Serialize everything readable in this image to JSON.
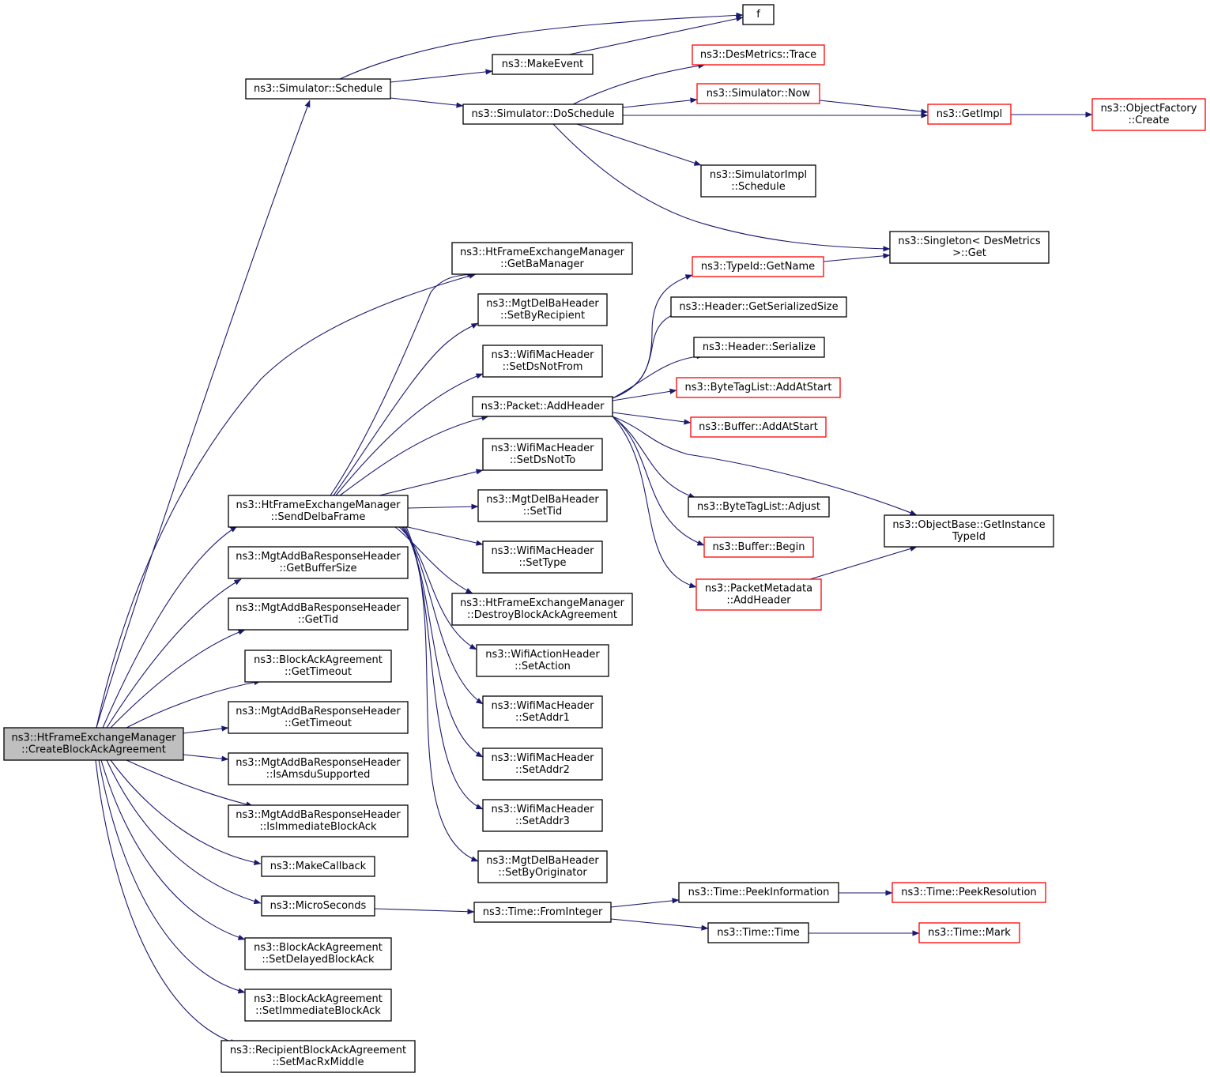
{
  "graph": {
    "edge_color": "#191970",
    "truncated_border_color": "#ff0000",
    "root_fill": "#bfbfbf",
    "nodes": [
      {
        "id": "root",
        "lines": [
          "ns3::HtFrameExchangeManager",
          "::CreateBlockAckAgreement"
        ],
        "style": "root"
      },
      {
        "id": "f",
        "lines": [
          "f"
        ],
        "style": "normal"
      },
      {
        "id": "sim_schedule",
        "lines": [
          "ns3::Simulator::Schedule"
        ],
        "style": "normal"
      },
      {
        "id": "make_event",
        "lines": [
          "ns3::MakeEvent"
        ],
        "style": "normal"
      },
      {
        "id": "des_trace",
        "lines": [
          "ns3::DesMetrics::Trace"
        ],
        "style": "truncated"
      },
      {
        "id": "sim_now",
        "lines": [
          "ns3::Simulator::Now"
        ],
        "style": "truncated"
      },
      {
        "id": "sim_doschedule",
        "lines": [
          "ns3::Simulator::DoSchedule"
        ],
        "style": "normal"
      },
      {
        "id": "get_impl",
        "lines": [
          "ns3::GetImpl"
        ],
        "style": "truncated"
      },
      {
        "id": "obj_factory",
        "lines": [
          "ns3::ObjectFactory",
          "::Create"
        ],
        "style": "truncated"
      },
      {
        "id": "simimpl_schedule",
        "lines": [
          "ns3::SimulatorImpl",
          "::Schedule"
        ],
        "style": "normal"
      },
      {
        "id": "singleton",
        "lines": [
          "ns3::Singleton< DesMetrics",
          ">::Get"
        ],
        "style": "normal"
      },
      {
        "id": "get_ba_manager",
        "lines": [
          "ns3::HtFrameExchangeManager",
          "::GetBaManager"
        ],
        "style": "normal"
      },
      {
        "id": "typeid_getname",
        "lines": [
          "ns3::TypeId::GetName"
        ],
        "style": "truncated"
      },
      {
        "id": "set_by_recipient",
        "lines": [
          "ns3::MgtDelBaHeader",
          "::SetByRecipient"
        ],
        "style": "normal"
      },
      {
        "id": "header_getsersize",
        "lines": [
          "ns3::Header::GetSerializedSize"
        ],
        "style": "normal"
      },
      {
        "id": "set_ds_not_from",
        "lines": [
          "ns3::WifiMacHeader",
          "::SetDsNotFrom"
        ],
        "style": "normal"
      },
      {
        "id": "header_serialize",
        "lines": [
          "ns3::Header::Serialize"
        ],
        "style": "normal"
      },
      {
        "id": "bytetag_addatstart",
        "lines": [
          "ns3::ByteTagList::AddAtStart"
        ],
        "style": "truncated"
      },
      {
        "id": "packet_addheader",
        "lines": [
          "ns3::Packet::AddHeader"
        ],
        "style": "normal"
      },
      {
        "id": "buffer_addatstart",
        "lines": [
          "ns3::Buffer::AddAtStart"
        ],
        "style": "truncated"
      },
      {
        "id": "set_ds_not_to",
        "lines": [
          "ns3::WifiMacHeader",
          "::SetDsNotTo"
        ],
        "style": "normal"
      },
      {
        "id": "send_delba",
        "lines": [
          "ns3::HtFrameExchangeManager",
          "::SendDelbaFrame"
        ],
        "style": "normal"
      },
      {
        "id": "set_tid",
        "lines": [
          "ns3::MgtDelBaHeader",
          "::SetTid"
        ],
        "style": "normal"
      },
      {
        "id": "bytetag_adjust",
        "lines": [
          "ns3::ByteTagList::Adjust"
        ],
        "style": "normal"
      },
      {
        "id": "objbase_gettypeid",
        "lines": [
          "ns3::ObjectBase::GetInstance",
          "TypeId"
        ],
        "style": "normal"
      },
      {
        "id": "set_type",
        "lines": [
          "ns3::WifiMacHeader",
          "::SetType"
        ],
        "style": "normal"
      },
      {
        "id": "buffer_begin",
        "lines": [
          "ns3::Buffer::Begin"
        ],
        "style": "truncated"
      },
      {
        "id": "get_buffer_size",
        "lines": [
          "ns3::MgtAddBaResponseHeader",
          "::GetBufferSize"
        ],
        "style": "normal"
      },
      {
        "id": "pm_addheader",
        "lines": [
          "ns3::PacketMetadata",
          "::AddHeader"
        ],
        "style": "truncated"
      },
      {
        "id": "destroy_ba",
        "lines": [
          "ns3::HtFrameExchangeManager",
          "::DestroyBlockAckAgreement"
        ],
        "style": "normal"
      },
      {
        "id": "resp_get_tid",
        "lines": [
          "ns3::MgtAddBaResponseHeader",
          "::GetTid"
        ],
        "style": "normal"
      },
      {
        "id": "set_action",
        "lines": [
          "ns3::WifiActionHeader",
          "::SetAction"
        ],
        "style": "normal"
      },
      {
        "id": "ba_get_timeout",
        "lines": [
          "ns3::BlockAckAgreement",
          "::GetTimeout"
        ],
        "style": "normal"
      },
      {
        "id": "set_addr1",
        "lines": [
          "ns3::WifiMacHeader",
          "::SetAddr1"
        ],
        "style": "normal"
      },
      {
        "id": "resp_get_timeout",
        "lines": [
          "ns3::MgtAddBaResponseHeader",
          "::GetTimeout"
        ],
        "style": "normal"
      },
      {
        "id": "set_addr2",
        "lines": [
          "ns3::WifiMacHeader",
          "::SetAddr2"
        ],
        "style": "normal"
      },
      {
        "id": "is_amsdu",
        "lines": [
          "ns3::MgtAddBaResponseHeader",
          "::IsAmsduSupported"
        ],
        "style": "normal"
      },
      {
        "id": "set_addr3",
        "lines": [
          "ns3::WifiMacHeader",
          "::SetAddr3"
        ],
        "style": "normal"
      },
      {
        "id": "is_immediate",
        "lines": [
          "ns3::MgtAddBaResponseHeader",
          "::IsImmediateBlockAck"
        ],
        "style": "normal"
      },
      {
        "id": "set_by_originator",
        "lines": [
          "ns3::MgtDelBaHeader",
          "::SetByOriginator"
        ],
        "style": "normal"
      },
      {
        "id": "make_callback",
        "lines": [
          "ns3::MakeCallback"
        ],
        "style": "normal"
      },
      {
        "id": "peek_info",
        "lines": [
          "ns3::Time::PeekInformation"
        ],
        "style": "normal"
      },
      {
        "id": "peek_res",
        "lines": [
          "ns3::Time::PeekResolution"
        ],
        "style": "truncated"
      },
      {
        "id": "microseconds",
        "lines": [
          "ns3::MicroSeconds"
        ],
        "style": "normal"
      },
      {
        "id": "from_integer",
        "lines": [
          "ns3::Time::FromInteger"
        ],
        "style": "normal"
      },
      {
        "id": "time_time",
        "lines": [
          "ns3::Time::Time"
        ],
        "style": "normal"
      },
      {
        "id": "time_mark",
        "lines": [
          "ns3::Time::Mark"
        ],
        "style": "truncated"
      },
      {
        "id": "set_delayed",
        "lines": [
          "ns3::BlockAckAgreement",
          "::SetDelayedBlockAck"
        ],
        "style": "normal"
      },
      {
        "id": "set_immediate",
        "lines": [
          "ns3::BlockAckAgreement",
          "::SetImmediateBlockAck"
        ],
        "style": "normal"
      },
      {
        "id": "set_mac_rx",
        "lines": [
          "ns3::RecipientBlockAckAgreement",
          "::SetMacRxMiddle"
        ],
        "style": "normal"
      }
    ],
    "edges": [
      [
        "root",
        "sim_schedule"
      ],
      [
        "root",
        "get_ba_manager"
      ],
      [
        "root",
        "send_delba"
      ],
      [
        "root",
        "get_buffer_size"
      ],
      [
        "root",
        "resp_get_tid"
      ],
      [
        "root",
        "ba_get_timeout"
      ],
      [
        "root",
        "resp_get_timeout"
      ],
      [
        "root",
        "is_amsdu"
      ],
      [
        "root",
        "is_immediate"
      ],
      [
        "root",
        "make_callback"
      ],
      [
        "root",
        "microseconds"
      ],
      [
        "root",
        "set_delayed"
      ],
      [
        "root",
        "set_immediate"
      ],
      [
        "root",
        "set_mac_rx"
      ],
      [
        "sim_schedule",
        "f"
      ],
      [
        "sim_schedule",
        "make_event"
      ],
      [
        "sim_schedule",
        "sim_doschedule"
      ],
      [
        "make_event",
        "f"
      ],
      [
        "sim_doschedule",
        "des_trace"
      ],
      [
        "sim_doschedule",
        "sim_now"
      ],
      [
        "sim_doschedule",
        "get_impl"
      ],
      [
        "sim_doschedule",
        "simimpl_schedule"
      ],
      [
        "sim_doschedule",
        "singleton"
      ],
      [
        "sim_now",
        "get_impl"
      ],
      [
        "get_impl",
        "obj_factory"
      ],
      [
        "send_delba",
        "get_ba_manager"
      ],
      [
        "send_delba",
        "set_by_recipient"
      ],
      [
        "send_delba",
        "set_ds_not_from"
      ],
      [
        "send_delba",
        "packet_addheader"
      ],
      [
        "send_delba",
        "set_ds_not_to"
      ],
      [
        "send_delba",
        "set_tid"
      ],
      [
        "send_delba",
        "set_type"
      ],
      [
        "send_delba",
        "destroy_ba"
      ],
      [
        "send_delba",
        "set_action"
      ],
      [
        "send_delba",
        "set_addr1"
      ],
      [
        "send_delba",
        "set_addr2"
      ],
      [
        "send_delba",
        "set_addr3"
      ],
      [
        "send_delba",
        "set_by_originator"
      ],
      [
        "packet_addheader",
        "typeid_getname"
      ],
      [
        "packet_addheader",
        "header_getsersize"
      ],
      [
        "packet_addheader",
        "header_serialize"
      ],
      [
        "packet_addheader",
        "bytetag_addatstart"
      ],
      [
        "packet_addheader",
        "buffer_addatstart"
      ],
      [
        "packet_addheader",
        "objbase_gettypeid"
      ],
      [
        "packet_addheader",
        "bytetag_adjust"
      ],
      [
        "packet_addheader",
        "buffer_begin"
      ],
      [
        "packet_addheader",
        "pm_addheader"
      ],
      [
        "typeid_getname",
        "singleton"
      ],
      [
        "pm_addheader",
        "objbase_gettypeid"
      ],
      [
        "microseconds",
        "from_integer"
      ],
      [
        "from_integer",
        "peek_info"
      ],
      [
        "from_integer",
        "time_time"
      ],
      [
        "peek_info",
        "peek_res"
      ],
      [
        "time_time",
        "time_mark"
      ]
    ]
  }
}
